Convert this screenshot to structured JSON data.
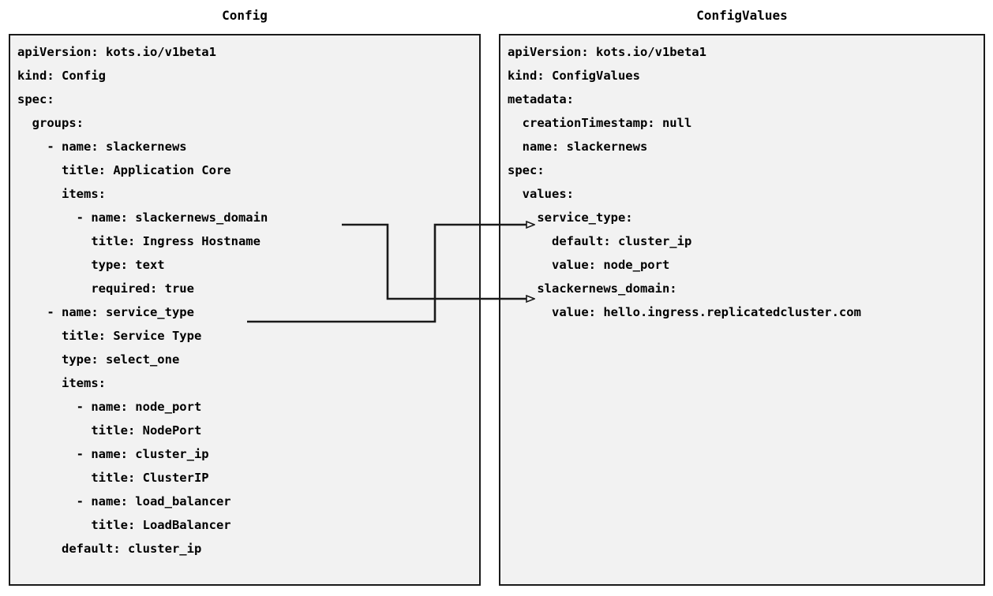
{
  "diagram": {
    "type": "yaml-mapping-diagram",
    "background_color": "#ffffff",
    "panel_background_color": "#f2f2f2",
    "panel_border_color": "#1a1a1a",
    "connector_color": "#1a1a1a"
  },
  "panels": {
    "left": {
      "title": "Config",
      "lines": [
        "apiVersion: kots.io/v1beta1",
        "kind: Config",
        "spec:",
        "  groups:",
        "    - name: slackernews",
        "      title: Application Core",
        "      items:",
        "        - name: slackernews_domain",
        "          title: Ingress Hostname",
        "          type: text",
        "          required: true",
        "    - name: service_type",
        "      title: Service Type",
        "      type: select_one",
        "      items:",
        "        - name: node_port",
        "          title: NodePort",
        "        - name: cluster_ip",
        "          title: ClusterIP",
        "        - name: load_balancer",
        "          title: LoadBalancer",
        "      default: cluster_ip"
      ]
    },
    "right": {
      "title": "ConfigValues",
      "lines": [
        "apiVersion: kots.io/v1beta1",
        "kind: ConfigValues",
        "metadata:",
        "  creationTimestamp: null",
        "  name: slackernews",
        "spec:",
        "  values:",
        "    service_type:",
        "      default: cluster_ip",
        "      value: node_port",
        "    slackernews_domain:",
        "      value: hello.ingress.replicatedcluster.com"
      ]
    }
  },
  "connections": [
    {
      "id": "slackernews-domain-link",
      "from_label": "slackernews_domain",
      "to_label": "slackernews_domain:",
      "from_line_index": 7,
      "to_line_index": 10
    },
    {
      "id": "service-type-link",
      "from_label": "service_type",
      "to_label": "service_type:",
      "from_line_index": 11,
      "to_line_index": 7
    }
  ]
}
